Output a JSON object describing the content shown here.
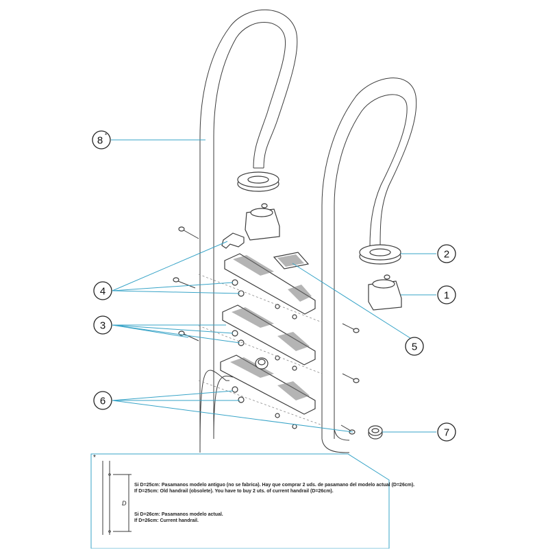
{
  "callouts": [
    {
      "id": "c8",
      "label": "8",
      "sup": "*"
    },
    {
      "id": "c2",
      "label": "2"
    },
    {
      "id": "c1",
      "label": "1"
    },
    {
      "id": "c4",
      "label": "4"
    },
    {
      "id": "c3",
      "label": "3"
    },
    {
      "id": "c5",
      "label": "5"
    },
    {
      "id": "c6",
      "label": "6"
    },
    {
      "id": "c7",
      "label": "7"
    }
  ],
  "note": {
    "marker": "*",
    "dimension_label": "D",
    "lines": [
      "Si D=25cm: Pasamanos modelo antiguo (no se fabrica). Hay que comprar 2 uds. de pasamano del modelo actual (D=26cm).",
      "If D=25cm: Old handrail (obsolete). You have to buy 2 uts. of current handrail (D=26cm).",
      "Si D=26cm: Pasamanos modelo actual.",
      "If D=26cm: Current handrail."
    ]
  }
}
